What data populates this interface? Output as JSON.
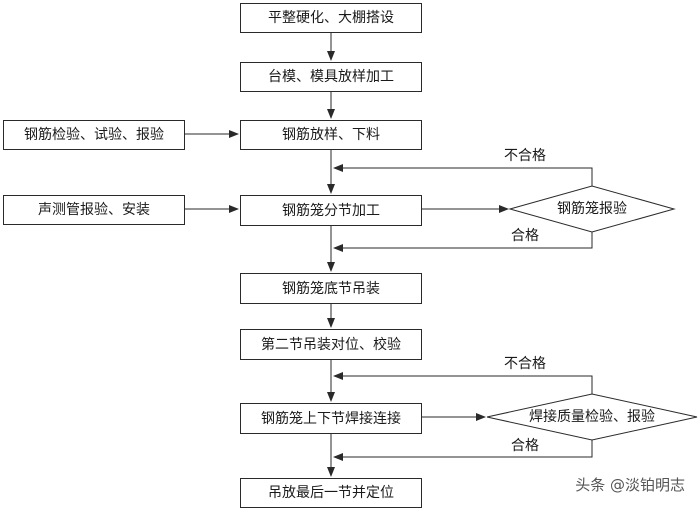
{
  "flowchart": {
    "main_steps": [
      "平整硬化、大棚搭设",
      "台模、模具放样加工",
      "钢筋放样、下料",
      "钢筋笼分节加工",
      "钢筋笼底节吊装",
      "第二节吊装对位、校验",
      "钢筋笼上下节焊接连接",
      "吊放最后一节并定位"
    ],
    "side_inputs": [
      "钢筋检验、试验、报验",
      "声测管报验、安装"
    ],
    "checks": [
      "钢筋笼报验",
      "焊接质量检验、报验"
    ],
    "edge_labels": {
      "fail_1": "不合格",
      "pass_1": "合格",
      "fail_2": "不合格",
      "pass_2": "合格"
    }
  },
  "watermark": "头条 @淡铂明志"
}
